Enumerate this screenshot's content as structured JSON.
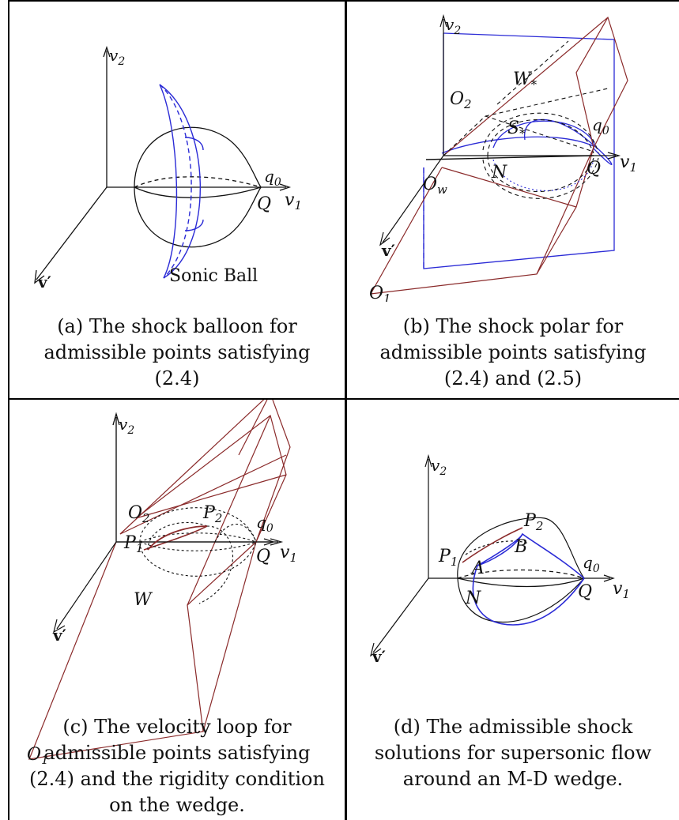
{
  "panels": {
    "a": {
      "labels": {
        "v2": "v",
        "v2_sub": "2",
        "v1": "v",
        "v1_sub": "1",
        "vprime": "v′",
        "q0": "q",
        "q0_sub": "0",
        "Q": "Q",
        "sonic": "Sonic Ball"
      },
      "caption": [
        "(a) The shock balloon for",
        "admissible points satisfying",
        "(2.4)"
      ]
    },
    "b": {
      "labels": {
        "v2": "v",
        "v2_sub": "2",
        "v1": "v",
        "v1_sub": "1",
        "vprime": "v′",
        "q0": "q",
        "q0_sub": "0",
        "Q": "Q",
        "O2": "O",
        "O2_sub": "2",
        "W": "W",
        "W_sub": "*",
        "S": "S",
        "S_sub": "*",
        "N": "N",
        "Ow": "O",
        "Ow_sub": "w",
        "O1": "O",
        "O1_sub": "1"
      },
      "caption": [
        "(b) The shock polar for",
        "admissible points satisfying",
        "(2.4) and (2.5)"
      ]
    },
    "c": {
      "labels": {
        "v2": "v",
        "v2_sub": "2",
        "v1": "v",
        "v1_sub": "1",
        "vprime": "v′",
        "q0": "q",
        "q0_sub": "0",
        "Q": "Q",
        "O2": "O",
        "O2_sub": "2",
        "P2": "P",
        "P2_sub": "2",
        "P1": "P",
        "P1_sub": "1",
        "W": "W",
        "O1": "O",
        "O1_sub": "1"
      },
      "caption": [
        "(c) The velocity loop for",
        "admissible points satisfying",
        "(2.4) and the rigidity condition",
        "on the wedge."
      ]
    },
    "d": {
      "labels": {
        "v2": "v",
        "v2_sub": "2",
        "v1": "v",
        "v1_sub": "1",
        "vprime": "v′",
        "q0": "q",
        "q0_sub": "0",
        "Q": "Q",
        "P2": "P",
        "P2_sub": "2",
        "P1": "P",
        "P1_sub": "1",
        "A": "A",
        "B": "B",
        "N": "N"
      },
      "caption": [
        "(d) The admissible shock",
        "solutions for supersonic flow",
        "around an M-D wedge."
      ]
    }
  },
  "colors": {
    "blue": "#2b2bd6",
    "brown": "#8a2a2a",
    "black": "#111111"
  }
}
